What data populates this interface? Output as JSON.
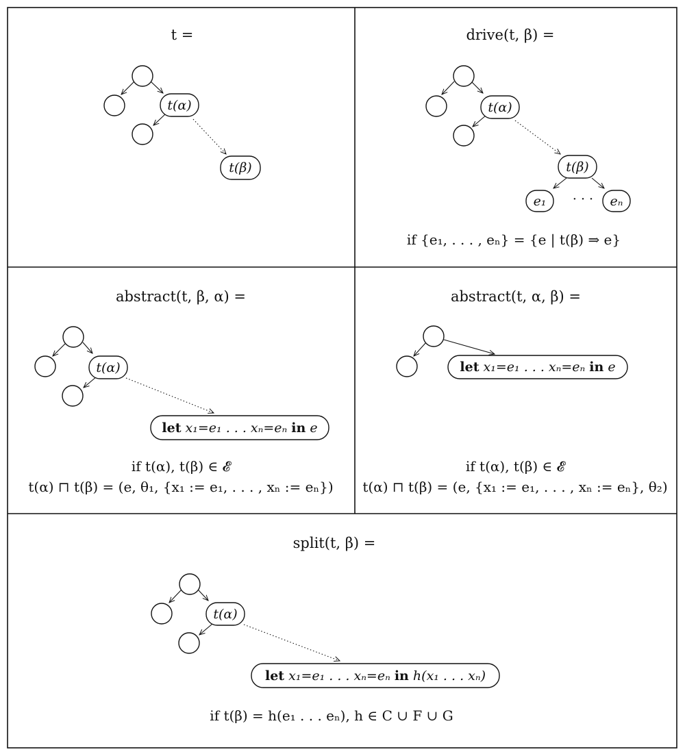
{
  "panels": {
    "p1": {
      "title": "t =",
      "node_alpha": "t(α)",
      "node_beta": "t(β)"
    },
    "p2": {
      "title": "drive(t, β) =",
      "node_alpha": "t(α)",
      "node_beta": "t(β)",
      "node_e1": "e₁",
      "node_en": "eₙ",
      "ellipsis": "· · ·",
      "condition": "if {e₁, . . . , eₙ} = {e | t(β) ⇒ e}"
    },
    "p3": {
      "title": "abstract(t, β, α) =",
      "node_alpha": "t(α)",
      "let_node": "let x₁=e₁ . . . xₙ=eₙ in e",
      "condition_1": "if t(α), t(β) ∈ 𝓔",
      "condition_2": "t(α) ⊓ t(β) = (e, θ₁, {x₁ := e₁, . . . , xₙ := eₙ})"
    },
    "p4": {
      "title": "abstract(t, α, β) =",
      "let_node": "let x₁=e₁ . . . xₙ=eₙ in e",
      "condition_1": "if t(α), t(β) ∈ 𝓔",
      "condition_2": "t(α) ⊓ t(β) = (e, {x₁ := e₁, . . . , xₙ := eₙ}, θ₂)"
    },
    "p5": {
      "title": "split(t, β) =",
      "node_alpha": "t(α)",
      "let_node": "let x₁=e₁ . . . xₙ=eₙ in h(x₁ . . . xₙ)",
      "condition": "if t(β) = h(e₁ . . . eₙ), h ∈ C ∪ F ∪ G"
    }
  }
}
